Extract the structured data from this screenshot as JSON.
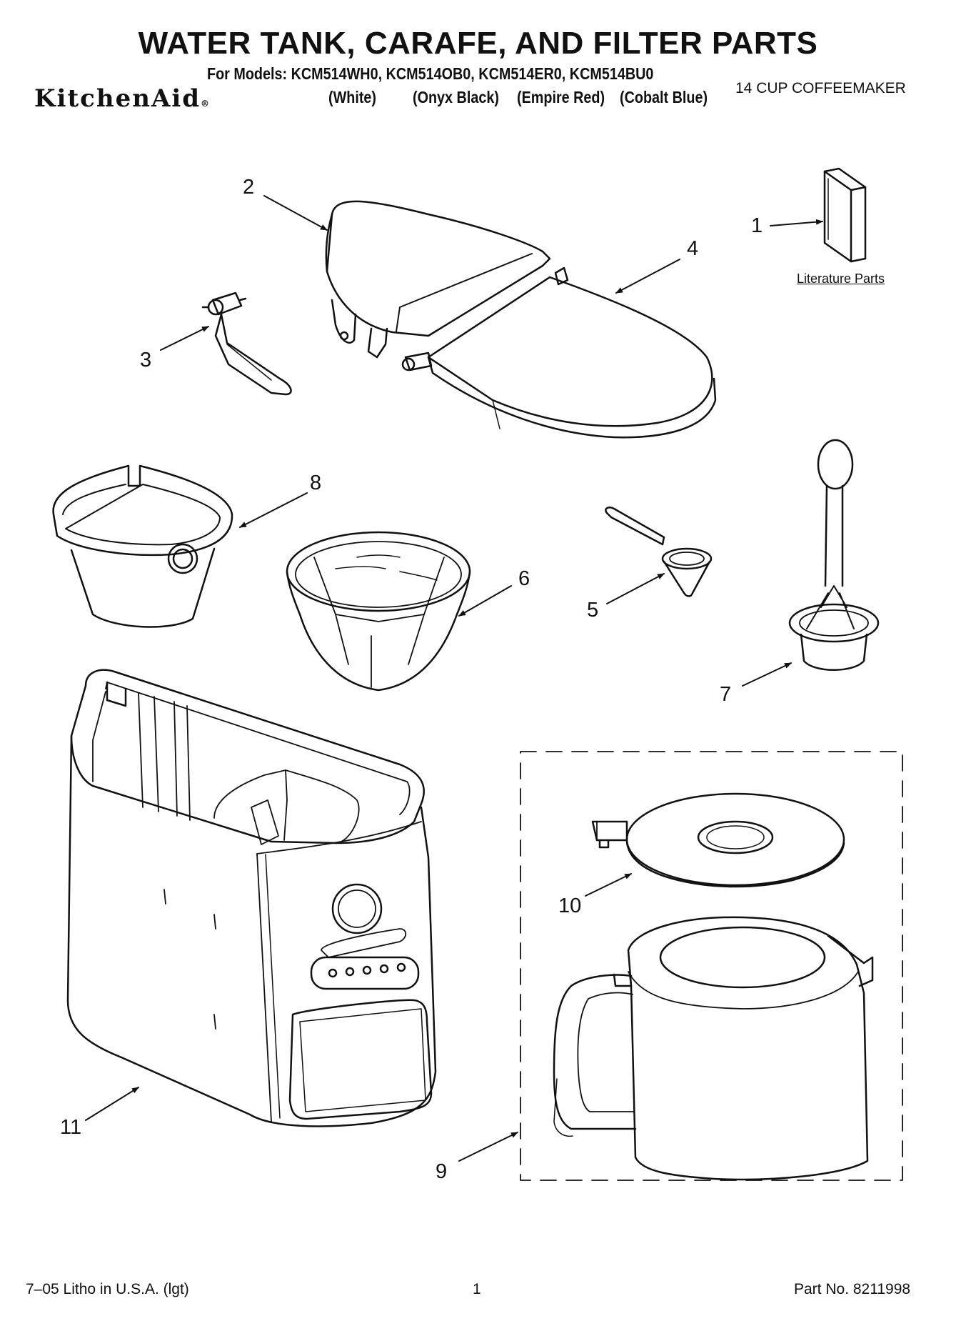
{
  "header": {
    "title": "WATER TANK, CARAFE, AND FILTER PARTS",
    "models_line": "For Models: KCM514WH0, KCM514OB0, KCM514ER0, KCM514BU0",
    "brand": "KitchenAid",
    "brand_mark": "®",
    "colors": [
      "(White)",
      "(Onyx Black)",
      "(Empire Red)",
      "(Cobalt Blue)"
    ],
    "product": "14 CUP COFFEEMAKER"
  },
  "callouts": {
    "c1": "1",
    "c2": "2",
    "c3": "3",
    "c4": "4",
    "c5": "5",
    "c6": "6",
    "c7": "7",
    "c8": "8",
    "c9": "9",
    "c10": "10",
    "c11": "11"
  },
  "literature_label": "Literature Parts",
  "footer": {
    "left": "7–05 Litho in U.S.A. (lgt)",
    "center": "1",
    "right": "Part No. 8211998"
  }
}
